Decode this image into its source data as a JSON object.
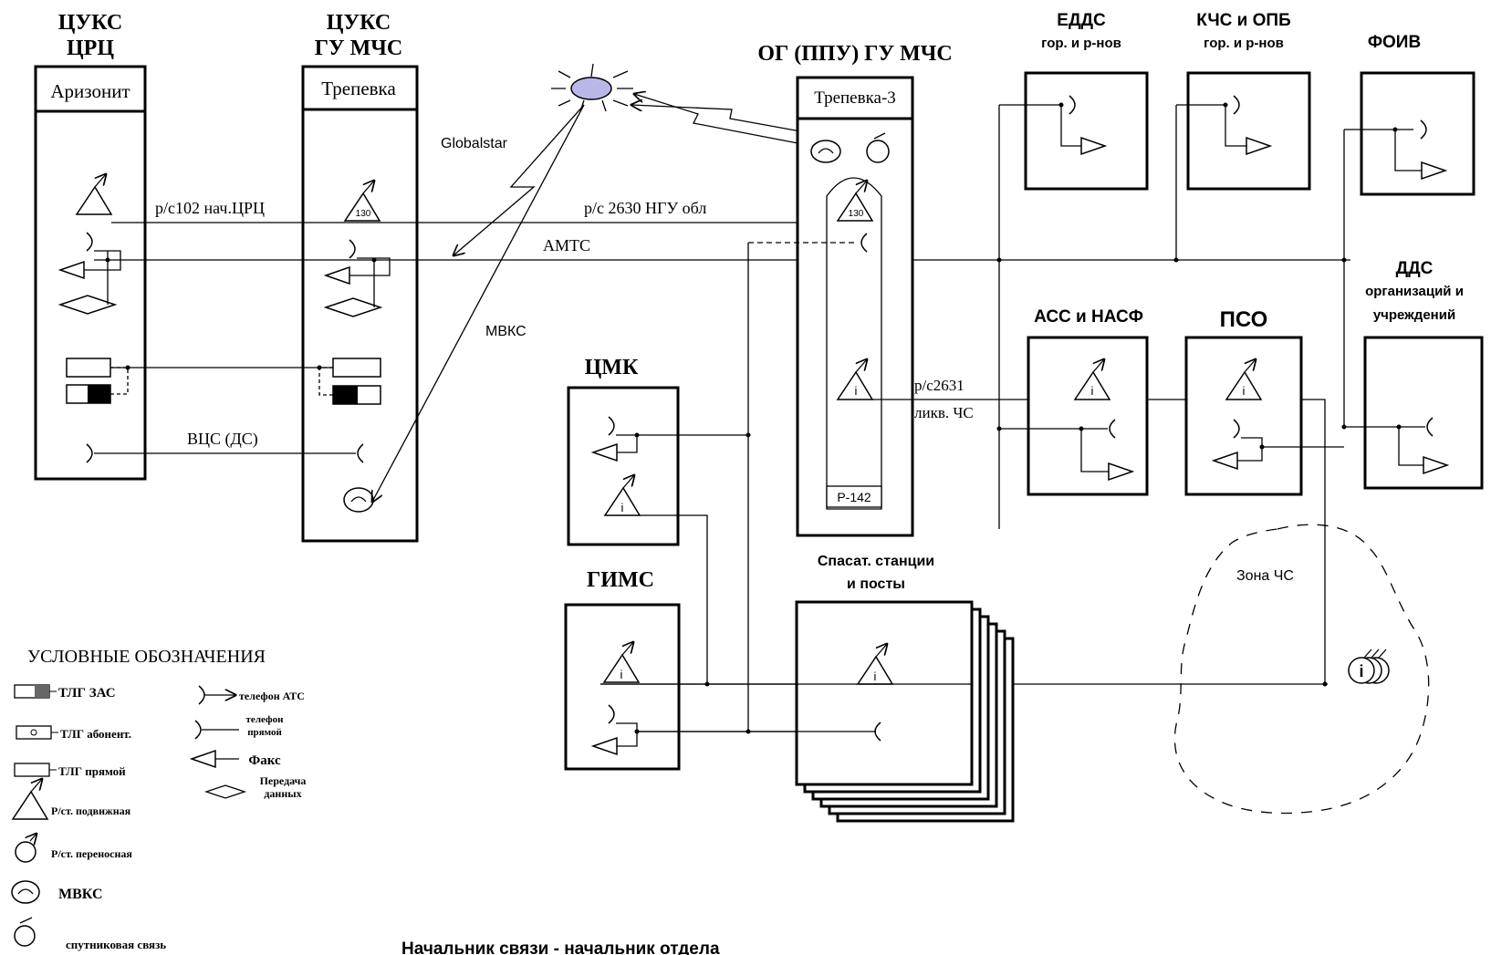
{
  "nodes": {
    "tsuks_trc": {
      "title1": "ЦУКС",
      "title2": "ЦРЦ",
      "device": "Аризонит"
    },
    "tsuks_gu": {
      "title1": "ЦУКС",
      "title2": "ГУ МЧС",
      "device": "Трепевка"
    },
    "og_ppu": {
      "title": "ОГ (ППУ) ГУ МЧС",
      "device": "Трепевка-3",
      "radio": "Р-142"
    },
    "edds": {
      "title1": "ЕДДС",
      "title2": "гор. и р-нов"
    },
    "kchs": {
      "title1": "КЧС и ОПБ",
      "title2": "гор. и р-нов"
    },
    "foiv": {
      "title": "ФОИВ"
    },
    "dds": {
      "title1": "ДДС",
      "title2": "организаций и",
      "title3": "учреждений"
    },
    "ass": {
      "title": "АСС и НАСФ"
    },
    "pso": {
      "title": "ПСО"
    },
    "tsmk": {
      "title": "ЦМК"
    },
    "gims": {
      "title": "ГИМС"
    },
    "stations": {
      "title1": "Спасат. станции",
      "title2": "и посты"
    }
  },
  "links": {
    "rs102": "р/с102 нач.ЦРЦ",
    "rs2630": "р/с 2630 НГУ обл",
    "amts": "АМТС",
    "vts": "ВЦС (ДС)",
    "globalstar": "Globalstar",
    "mvks": "МВКС",
    "rs2631": "р/с2631",
    "likv": "ликв. ЧС",
    "zone": "Зона ЧС"
  },
  "radio_codes": {
    "r130": "130",
    "ri": "i"
  },
  "legend": {
    "title": "УСЛОВНЫЕ ОБОЗНАЧЕНИЯ",
    "tlg_zas": "ТЛГ ЗАС",
    "tlg_abon": "ТЛГ абонент.",
    "tlg_direct": "ТЛГ прямой",
    "phone_ats": "телефон АТС",
    "phone_direct_1": "телефон",
    "phone_direct_2": "прямой",
    "fax": "Факс",
    "data_1": "Передача",
    "data_2": "данных",
    "radio_mobile": "Р/ст. подвижная",
    "radio_portable": "Р/ст. переносная",
    "mvks": "МВКС",
    "sat": "спутниковая связь"
  },
  "footer": "Начальник связи - начальник отдела"
}
